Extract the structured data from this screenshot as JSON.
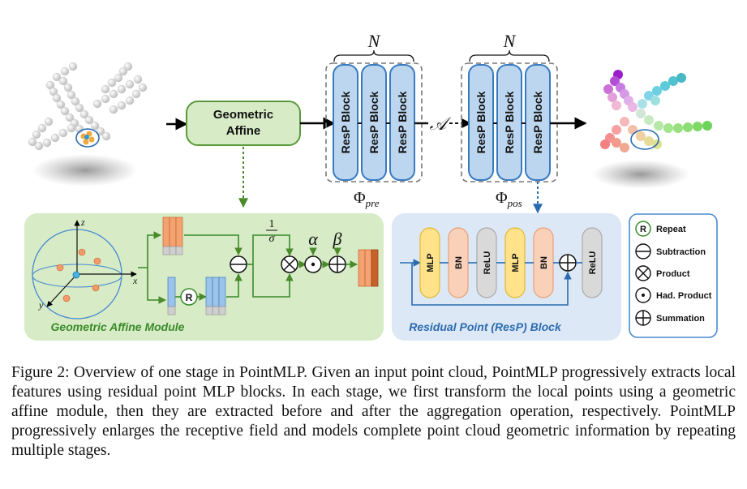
{
  "figure": {
    "n_label_pre": "N",
    "n_label_pos": "N",
    "geometric_affine_label_1": "Geometric",
    "geometric_affine_label_2": "Affine",
    "resp_block_label": "ResP Block",
    "aggregation_symbol": "𝒜",
    "phi_pre_main": "Φ",
    "phi_pre_sub": "pre",
    "phi_pos_main": "Φ",
    "phi_pos_sub": "pos",
    "axis_z": "z",
    "axis_x": "x",
    "axis_y": "y",
    "repeat_symbol": "R",
    "one_over_sigma_num": "1",
    "one_over_sigma_den": "σ",
    "alpha": "α",
    "beta": "β",
    "geometric_affine_module_title": "Geometric Affine Module",
    "resp_block_title": "Residual Point (ResP) Block",
    "layers": [
      "MLP",
      "BN",
      "ReLU",
      "MLP",
      "BN",
      "ReLU"
    ],
    "legend": {
      "repeat": "Repeat",
      "subtraction": "Subtraction",
      "product": "Product",
      "had_product": "Had. Product",
      "summation": "Summation"
    },
    "colors": {
      "green_box": "#d6ebc6",
      "green_border": "#5a9a3a",
      "blue_block": "#bcd6f0",
      "blue_border": "#3a7bc0",
      "mlp": "#ffe28a",
      "bn": "#f9d0b8",
      "relu": "#d9d9d9",
      "orange": "#f3a271",
      "dark_orange": "#c9622a"
    }
  },
  "caption": {
    "text": "Figure 2: Overview of one stage in PointMLP. Given an input point cloud, PointMLP progressively extracts local features using residual point MLP blocks. In each stage, we first transform the local points using a geometric affine module, then they are extracted before and after the aggregation operation, respectively. PointMLP progressively enlarges the receptive field and models complete point cloud geometric information by repeating multiple stages."
  }
}
